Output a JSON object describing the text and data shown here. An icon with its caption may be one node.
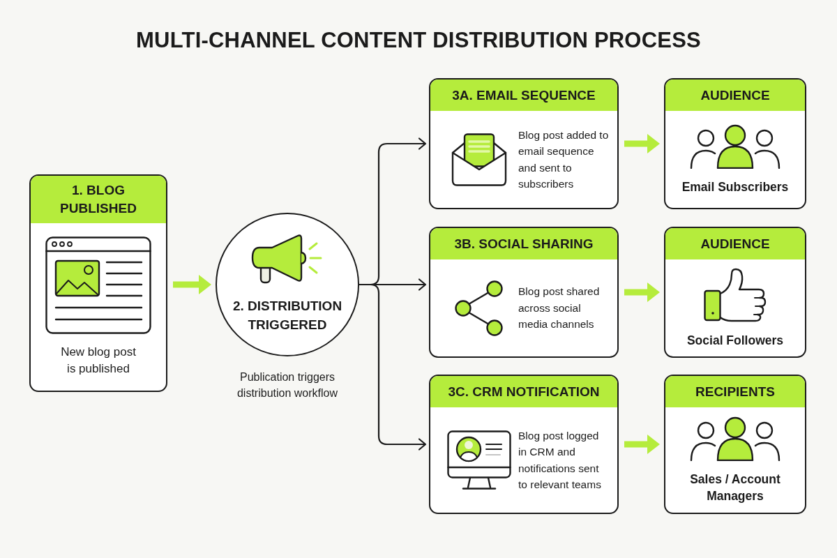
{
  "diagram": {
    "title": "MULTI-CHANNEL CONTENT DISTRIBUTION PROCESS",
    "nodes": [
      {
        "text": [
          "1. BLOG PUBLISHED",
          "New blog post is published"
        ]
      },
      {
        "text": [
          "2. DISTRIBUTION TRIGGERED"
        ],
        "beside": [
          "Publication triggers distribution workflow"
        ]
      },
      {
        "text": [
          "3A. EMAIL SEQUENCE",
          "Blog post added to email sequence and sent to subscribers"
        ]
      },
      {
        "text": [
          "3B. SOCIAL SHARING",
          "Blog post shared across social media channels"
        ]
      },
      {
        "text": [
          "3C. CRM NOTIFICATION",
          "Blog post logged in CRM and notifications sent to relevant teams"
        ]
      },
      {
        "text": [
          "AUDIENCE",
          "Email Subscribers"
        ]
      },
      {
        "text": [
          "AUDIENCE",
          "Social Followers"
        ]
      },
      {
        "text": [
          "RECIPIENTS",
          "Sales / Account Managers"
        ]
      }
    ],
    "edges": [
      {
        "from": 0,
        "to": 1,
        "arrow": "to"
      },
      {
        "from": 1,
        "to": 2,
        "arrow": "to",
        "color": "#1b1b1b"
      },
      {
        "from": 1,
        "to": 3,
        "arrow": "to",
        "color": "#1b1b1b"
      },
      {
        "from": 1,
        "to": 4,
        "arrow": "to",
        "color": "#1b1b1b"
      },
      {
        "from": 2,
        "to": 5,
        "arrow": "to"
      },
      {
        "from": 3,
        "to": 6,
        "arrow": "to"
      },
      {
        "from": 4,
        "to": 7,
        "arrow": "to"
      }
    ]
  }
}
